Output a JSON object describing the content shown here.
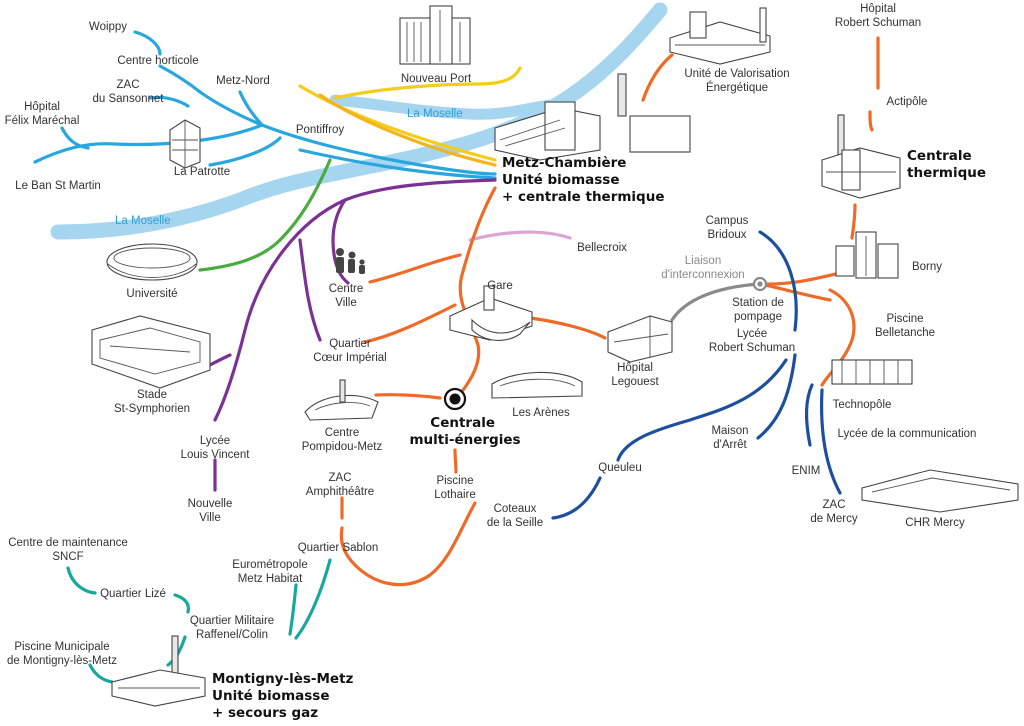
{
  "colors": {
    "blue_light": "#28a6e0",
    "yellow": "#f4cc1a",
    "orange": "#ef6a26",
    "purple": "#7b3294",
    "green": "#4aab3e",
    "pink": "#dba5d3",
    "navy": "#1d4f9e",
    "teal": "#16a89c",
    "grey": "#8a8a8a",
    "river": "#a6d6ef"
  },
  "river": {
    "label_top": "La Moselle",
    "label_left": "La Moselle"
  },
  "plants": {
    "chambiere": [
      "Metz-Chambière",
      "Unité biomasse",
      "+ centrale thermique"
    ],
    "multi": [
      "Centrale",
      "multi-énergies"
    ],
    "thermique": [
      "Centrale",
      "thermique"
    ],
    "montigny": [
      "Montigny-lès-Metz",
      "Unité biomasse",
      "+ secours gaz"
    ]
  },
  "stations": {
    "woippy": [
      "Woippy"
    ],
    "horticole": [
      "Centre horticole"
    ],
    "zac_sansonnet": [
      "ZAC",
      "du Sansonnet"
    ],
    "metz_nord": [
      "Metz-Nord"
    ],
    "hopital_marechal": [
      "Hôpital",
      "Félix Maréchal"
    ],
    "patrotte": [
      "La Patrotte"
    ],
    "pontiffroy": [
      "Pontiffroy"
    ],
    "ban_st_martin": [
      "Le Ban St Martin"
    ],
    "nouveau_port": [
      "Nouveau Port"
    ],
    "uve": [
      "Unité de Valorisation",
      "Énergétique"
    ],
    "hopital_schuman": [
      "Hôpital",
      "Robert Schuman"
    ],
    "actipole": [
      "Actipôle"
    ],
    "universite": [
      "Université"
    ],
    "centre_ville": [
      "Centre",
      "Ville"
    ],
    "bellecroix": [
      "Bellecroix"
    ],
    "gare": [
      "Gare"
    ],
    "campus_bridoux": [
      "Campus",
      "Bridoux"
    ],
    "liaison": [
      "Liaison",
      "d'interconnexion"
    ],
    "station_pompage": [
      "Station de",
      "pompage"
    ],
    "borny": [
      "Borny"
    ],
    "piscine_belletanche": [
      "Piscine",
      "Belletanche"
    ],
    "stade": [
      "Stade",
      "St-Symphorien"
    ],
    "coeur_imperial": [
      "Quartier",
      "Cœur Impérial"
    ],
    "hopital_legouest": [
      "Hôpital",
      "Legouest"
    ],
    "lycee_schuman": [
      "Lycée",
      "Robert Schuman"
    ],
    "arenes": [
      "Les Arènes"
    ],
    "technopole": [
      "Technopôle"
    ],
    "pompidou": [
      "Centre",
      "Pompidou-Metz"
    ],
    "lycee_vincent": [
      "Lycée",
      "Louis Vincent"
    ],
    "maison_arret": [
      "Maison",
      "d'Arrêt"
    ],
    "lycee_communication": [
      "Lycée de la communication"
    ],
    "queuleu": [
      "Queuleu"
    ],
    "zac_amphi": [
      "ZAC",
      "Amphithéâtre"
    ],
    "piscine_lothaire": [
      "Piscine",
      "Lothaire"
    ],
    "enim": [
      "ENIM"
    ],
    "nouvelle_ville": [
      "Nouvelle",
      "Ville"
    ],
    "coteaux_seille": [
      "Coteaux",
      "de la Seille"
    ],
    "zac_mercy": [
      "ZAC",
      "de Mercy"
    ],
    "chr_mercy": [
      "CHR Mercy"
    ],
    "maintenance_sncf": [
      "Centre de maintenance",
      "SNCF"
    ],
    "sablon": [
      "Quartier Sablon"
    ],
    "eurometropole": [
      "Eurométropole",
      "Metz Habitat"
    ],
    "lize": [
      "Quartier Lizé"
    ],
    "militaire": [
      "Quartier Militaire",
      "Raffenel/Colin"
    ],
    "piscine_montigny": [
      "Piscine Municipale",
      "de Montigny-lès-Metz"
    ]
  }
}
